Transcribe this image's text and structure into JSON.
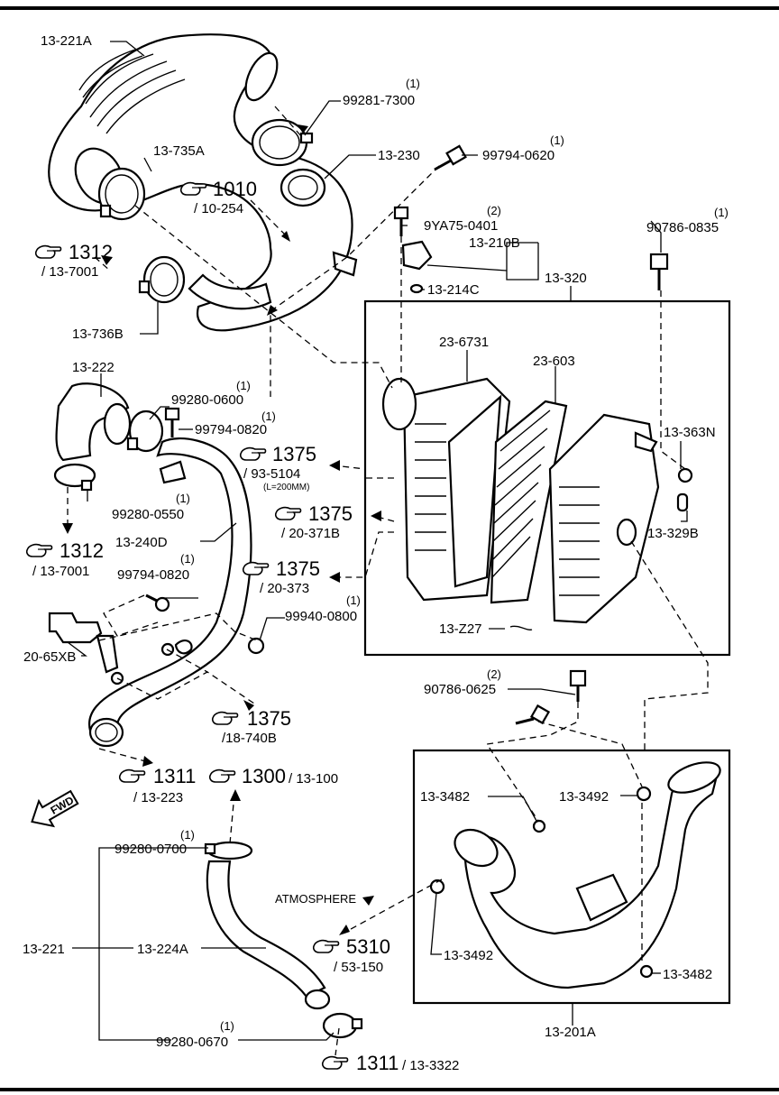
{
  "parts": {
    "p13_221A": "13-221A",
    "p99281_7300": "99281-7300",
    "q99281_7300": "(1)",
    "p13_735A": "13-735A",
    "p13_230": "13-230",
    "p99794_0620": "99794-0620",
    "q99794_0620": "(1)",
    "p9YA75_0401": "9YA75-0401",
    "q9YA75_0401": "(2)",
    "p13_210B": "13-210B",
    "p13_214C": "13-214C",
    "p90786_0835": "90786-0835",
    "q90786_0835": "(1)",
    "p13_320": "13-320",
    "p13_736B": "13-736B",
    "p23_6731": "23-6731",
    "p23_603": "23-603",
    "p13_363N": "13-363N",
    "p13_222": "13-222",
    "p99280_0600": "99280-0600",
    "q99280_0600": "(1)",
    "p99794_0820a": "99794-0820",
    "q99794_0820a": "(1)",
    "p99280_0550": "99280-0550",
    "q99280_0550": "(1)",
    "p13_240D": "13-240D",
    "p13_329B": "13-329B",
    "p99794_0820b": "99794-0820",
    "q99794_0820b": "(1)",
    "p99940_0800": "99940-0800",
    "q99940_0800": "(1)",
    "p13_Z27": "13-Z27",
    "p20_65XB": "20-65XB",
    "p90786_0625": "90786-0625",
    "q90786_0625": "(2)",
    "p13_3482a": "13-3482",
    "p13_3492a": "13-3492",
    "p99280_0700": "99280-0700",
    "q99280_0700": "(1)",
    "atmosphere": "ATMOSPHERE",
    "p13_221": "13-221",
    "p13_224A": "13-224A",
    "p13_3492b": "13-3492",
    "p13_3482b": "13-3482",
    "p99280_0670": "99280-0670",
    "q99280_0670": "(1)",
    "p13_201A": "13-201A"
  },
  "refs": {
    "r1010": {
      "num": "1010",
      "sub": "/ 10-254"
    },
    "r1312a": {
      "num": "1312",
      "sub": "/ 13-7001"
    },
    "r1375a": {
      "num": "1375",
      "sub": "/ 93-5104",
      "note": "(L=200MM)"
    },
    "r1375b": {
      "num": "1375",
      "sub": "/ 20-371B"
    },
    "r1312b": {
      "num": "1312",
      "sub": "/ 13-7001"
    },
    "r1375c": {
      "num": "1375",
      "sub": "/ 20-373"
    },
    "r1375d": {
      "num": "1375",
      "sub": "/18-740B"
    },
    "r1311a": {
      "num": "1311",
      "sub": "/ 13-223"
    },
    "r1300": {
      "num": "1300",
      "sub": "/ 13-100"
    },
    "r5310": {
      "num": "5310",
      "sub": "/ 53-150"
    },
    "r1311b": {
      "num": "1311",
      "sub": "/ 13-3322"
    }
  },
  "fwd": "FWD"
}
